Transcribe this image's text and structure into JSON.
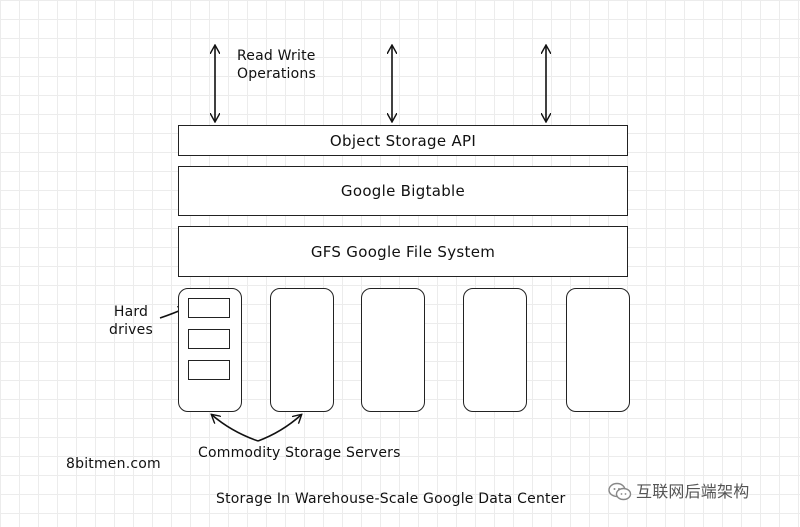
{
  "diagram": {
    "read_write_label_line1": "Read Write",
    "read_write_label_line2": "Operations",
    "layer_object_storage": "Object Storage API",
    "layer_bigtable": "Google Bigtable",
    "layer_gfs": "GFS Google File System",
    "hard_drives_line1": "Hard",
    "hard_drives_line2": "drives",
    "commodity_servers": "Commodity Storage Servers",
    "source": "8bitmen.com",
    "caption": "Storage In Warehouse-Scale Google Data Center"
  },
  "watermark": {
    "text": "互联网后端架构",
    "icon": "wechat-bubble-icon"
  }
}
